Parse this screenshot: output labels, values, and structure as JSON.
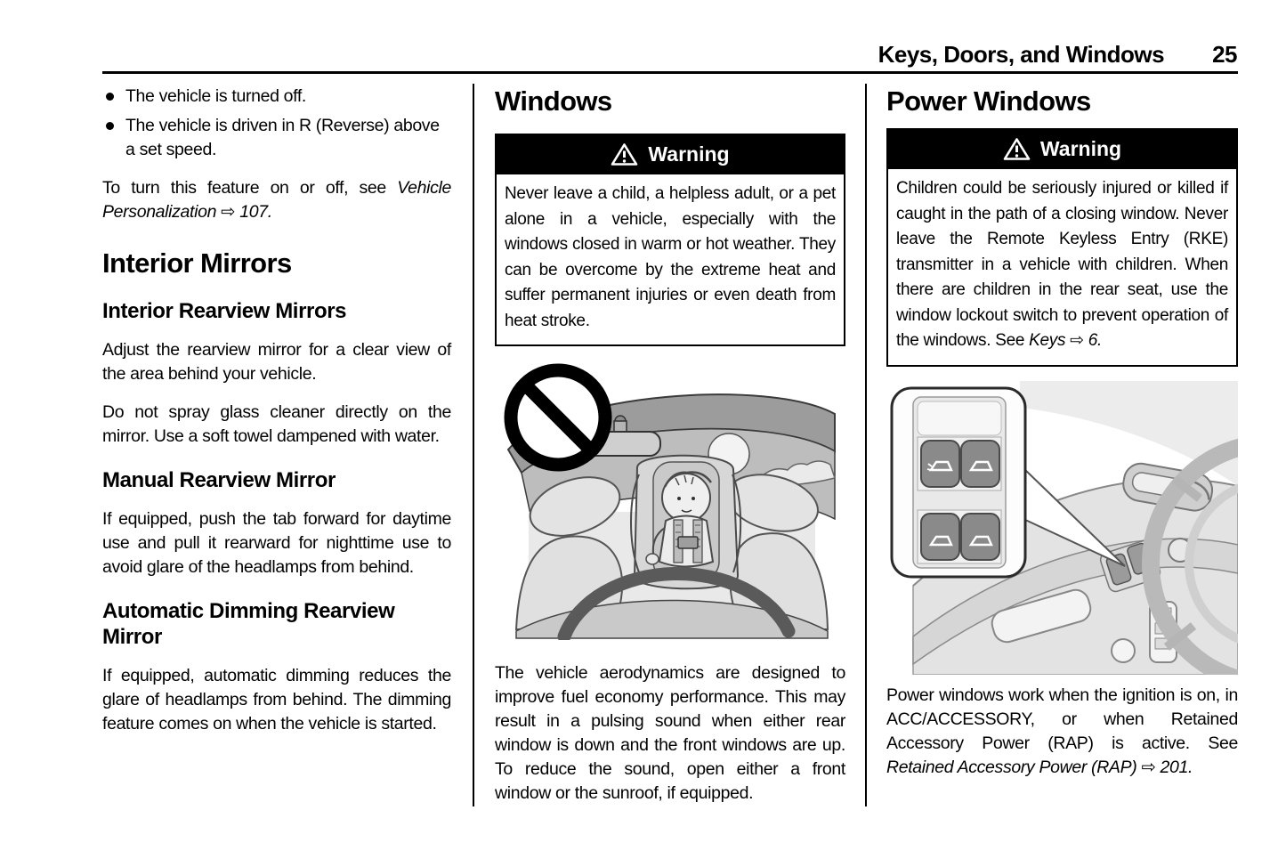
{
  "header": {
    "section": "Keys, Doors, and Windows",
    "page_number": "25"
  },
  "left": {
    "bullets": [
      "The vehicle is turned off.",
      "The vehicle is driven in R (Reverse) above a set speed."
    ],
    "personalization": {
      "pre": "To turn this feature on or off, see",
      "link": "Vehicle Personalization",
      "arrow": "⇨",
      "page": "107."
    },
    "interior_mirrors_title": "Interior Mirrors",
    "interior_rearview_title": "Interior Rearview Mirrors",
    "interior_rearview_p1": "Adjust the rearview mirror for a clear view of the area behind your vehicle.",
    "interior_rearview_p2": "Do not spray glass cleaner directly on the mirror. Use a soft towel dampened with water.",
    "manual_rearview_title": "Manual Rearview Mirror",
    "manual_rearview_p": "If equipped, push the tab forward for daytime use and pull it rearward for nighttime use to avoid glare of the headlamps from behind.",
    "auto_dimming_title": "Automatic Dimming Rearview Mirror",
    "auto_dimming_p": "If equipped, automatic dimming reduces the glare of headlamps from behind. The dimming feature comes on when the vehicle is started."
  },
  "middle": {
    "title": "Windows",
    "warning": {
      "label": "Warning",
      "body": "Never leave a child, a helpless adult, or a pet alone in a vehicle, especially with the windows closed in warm or hot weather. They can be overcome by the extreme heat and suffer permanent injuries or even death from heat stroke."
    },
    "figure_name": "child-alone-in-vehicle-illustration",
    "aerodynamics_p": "The vehicle aerodynamics are designed to improve fuel economy performance. This may result in a pulsing sound when either rear window is down and the front windows are up. To reduce the sound, open either a front window or the sunroof, if equipped."
  },
  "right": {
    "title": "Power Windows",
    "warning": {
      "label": "Warning",
      "body_pre": "Children could be seriously injured or killed if caught in the path of a closing window. Never leave the Remote Keyless Entry (RKE) transmitter in a vehicle with children. When there are children in the rear seat, use the window lockout switch to prevent operation of the windows. See",
      "link": "Keys",
      "arrow": "⇨",
      "page": "6."
    },
    "figure_name": "power-window-switches-illustration",
    "rap": {
      "pre": "Power windows work when the ignition is on, in ACC/ACCESSORY, or when Retained Accessory Power (RAP) is active. See",
      "link": "Retained Accessory Power (RAP)",
      "arrow": "⇨",
      "page": "201."
    }
  },
  "colors": {
    "text": "#000000",
    "background": "#ffffff",
    "warning_header_bg": "#000000",
    "warning_header_text": "#ffffff"
  }
}
